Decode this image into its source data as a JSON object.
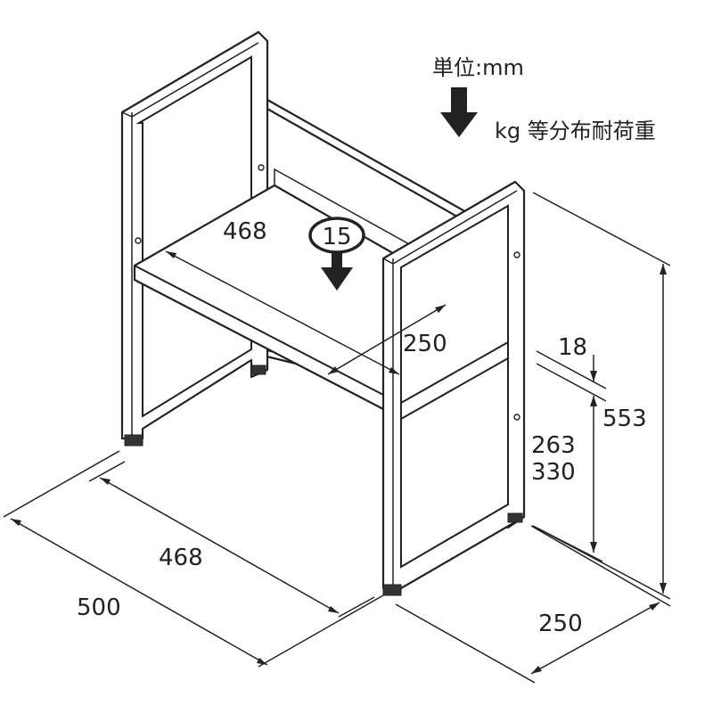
{
  "legend": {
    "unit_label": "単位:mm",
    "load_label": "kg 等分布耐荷重",
    "arrow_icon": "down-arrow-icon"
  },
  "load": {
    "value": "15"
  },
  "dimensions": {
    "shelf_width": "468",
    "shelf_depth": "250",
    "shelf_thickness": "18",
    "total_height": "553",
    "shelf_height_low": "263",
    "shelf_height_high": "330",
    "inner_width": "468",
    "outer_width": "500",
    "outer_depth": "250"
  }
}
